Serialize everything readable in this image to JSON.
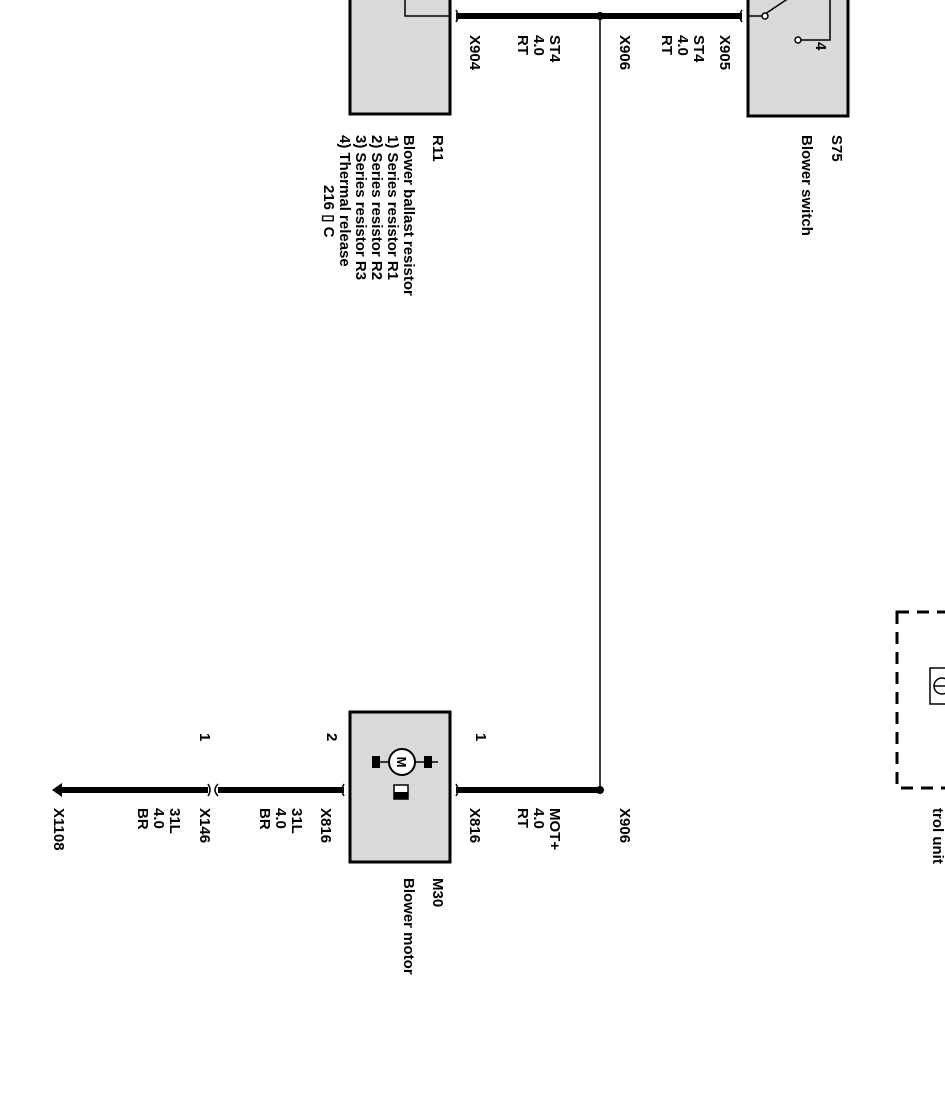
{
  "components": {
    "r11": {
      "id": "R11",
      "name": "Blower ballast resistor",
      "items": [
        "1) Series resistor R1",
        "2) Series resistor R2",
        "3) Series resistor R3",
        "4) Thermal release"
      ],
      "temp": "216 ▯ C"
    },
    "s75": {
      "id": "S75",
      "name": "Blower switch",
      "pin": "4"
    },
    "m30": {
      "id": "M30",
      "name": "Blower motor",
      "motor_symbol": "M"
    },
    "control_unit": {
      "name_fragment": "trol unit"
    }
  },
  "wires": {
    "x904": {
      "connector": "X904",
      "signal": "ST4",
      "size": "4.0",
      "color": "RT"
    },
    "x906_top": {
      "connector": "X906",
      "signal": "ST4",
      "size": "4.0",
      "color": "RT"
    },
    "x905": {
      "connector": "X905"
    },
    "x906_bottom": {
      "connector": "X906"
    },
    "x816_top": {
      "connector": "X816",
      "signal": "MOT+",
      "size": "4.0",
      "color": "RT",
      "pin": "1"
    },
    "x816_bottom": {
      "connector": "X816",
      "signal": "31L",
      "size": "4.0",
      "color": "BR",
      "pin": "2"
    },
    "x146": {
      "connector": "X146",
      "signal": "31L",
      "size": "4.0",
      "color": "BR",
      "pin": "1"
    },
    "x1108": {
      "connector": "X1108"
    }
  }
}
